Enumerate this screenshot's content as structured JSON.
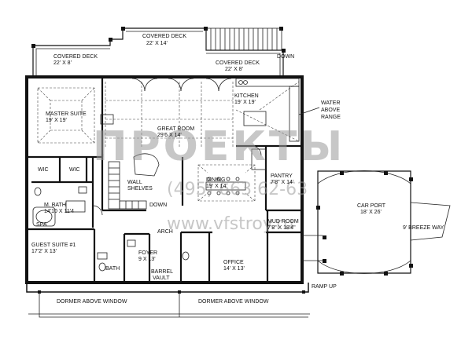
{
  "rooms": {
    "covered_deck_left": {
      "name": "COVERED DECK",
      "dims": "22' X 8'"
    },
    "covered_deck_top": {
      "name": "COVERED DECK",
      "dims": "22' X 14'"
    },
    "covered_deck_right": {
      "name": "COVERED DECK",
      "dims": "22' X 8'"
    },
    "master_suite": {
      "name": "MASTER SUITE",
      "dims": "19' X 19'"
    },
    "great_room": {
      "name": "GREAT ROOM",
      "dims": "29'6 X 14'"
    },
    "kitchen": {
      "name": "KITCHEN",
      "dims": "19' X 19'"
    },
    "dining": {
      "name": "DINING",
      "dims": "19' X 14'"
    },
    "pantry": {
      "name": "PANTRY",
      "dims": "7'8\" X 14'"
    },
    "m_bath": {
      "name": "M. BATH",
      "dims": "14'10 X 11'4"
    },
    "guest_suite": {
      "name": "GUEST SUITE #1",
      "dims": "17'2' X 13'"
    },
    "foyer": {
      "name": "FOYER",
      "dims": "9 X 13'"
    },
    "office": {
      "name": "OFFICE",
      "dims": "14' X 13'"
    },
    "mud_room": {
      "name": "MUD ROOM",
      "dims": "7'8\" X 18'4\""
    },
    "car_port": {
      "name": "CAR PORT",
      "dims": "18' X 26'"
    }
  },
  "labels": {
    "wic_left": "WIC",
    "wic_right": "WIC",
    "spa": "SPA",
    "bath": "BATH",
    "barrel": "BARREL",
    "vault": "VAULT",
    "wall": "WALL",
    "shelves": "SHELVES",
    "down_stair": "DOWN",
    "down_deck": "DOWN",
    "arch": "ARCH",
    "water": "WATER",
    "above": "ABOVE",
    "range": "RANGE",
    "breeze_way": "9' BREEZE WAY",
    "ramp_up": "RAMP UP",
    "dormer_left": "DORMER ABOVE WINDOW",
    "dormer_right": "DORMER ABOVE WINDOW"
  },
  "watermark": {
    "logo": "ПРОЕКТЫ",
    "phone": "(495) 663 62-63",
    "site": "www.vfstroy.ru"
  }
}
